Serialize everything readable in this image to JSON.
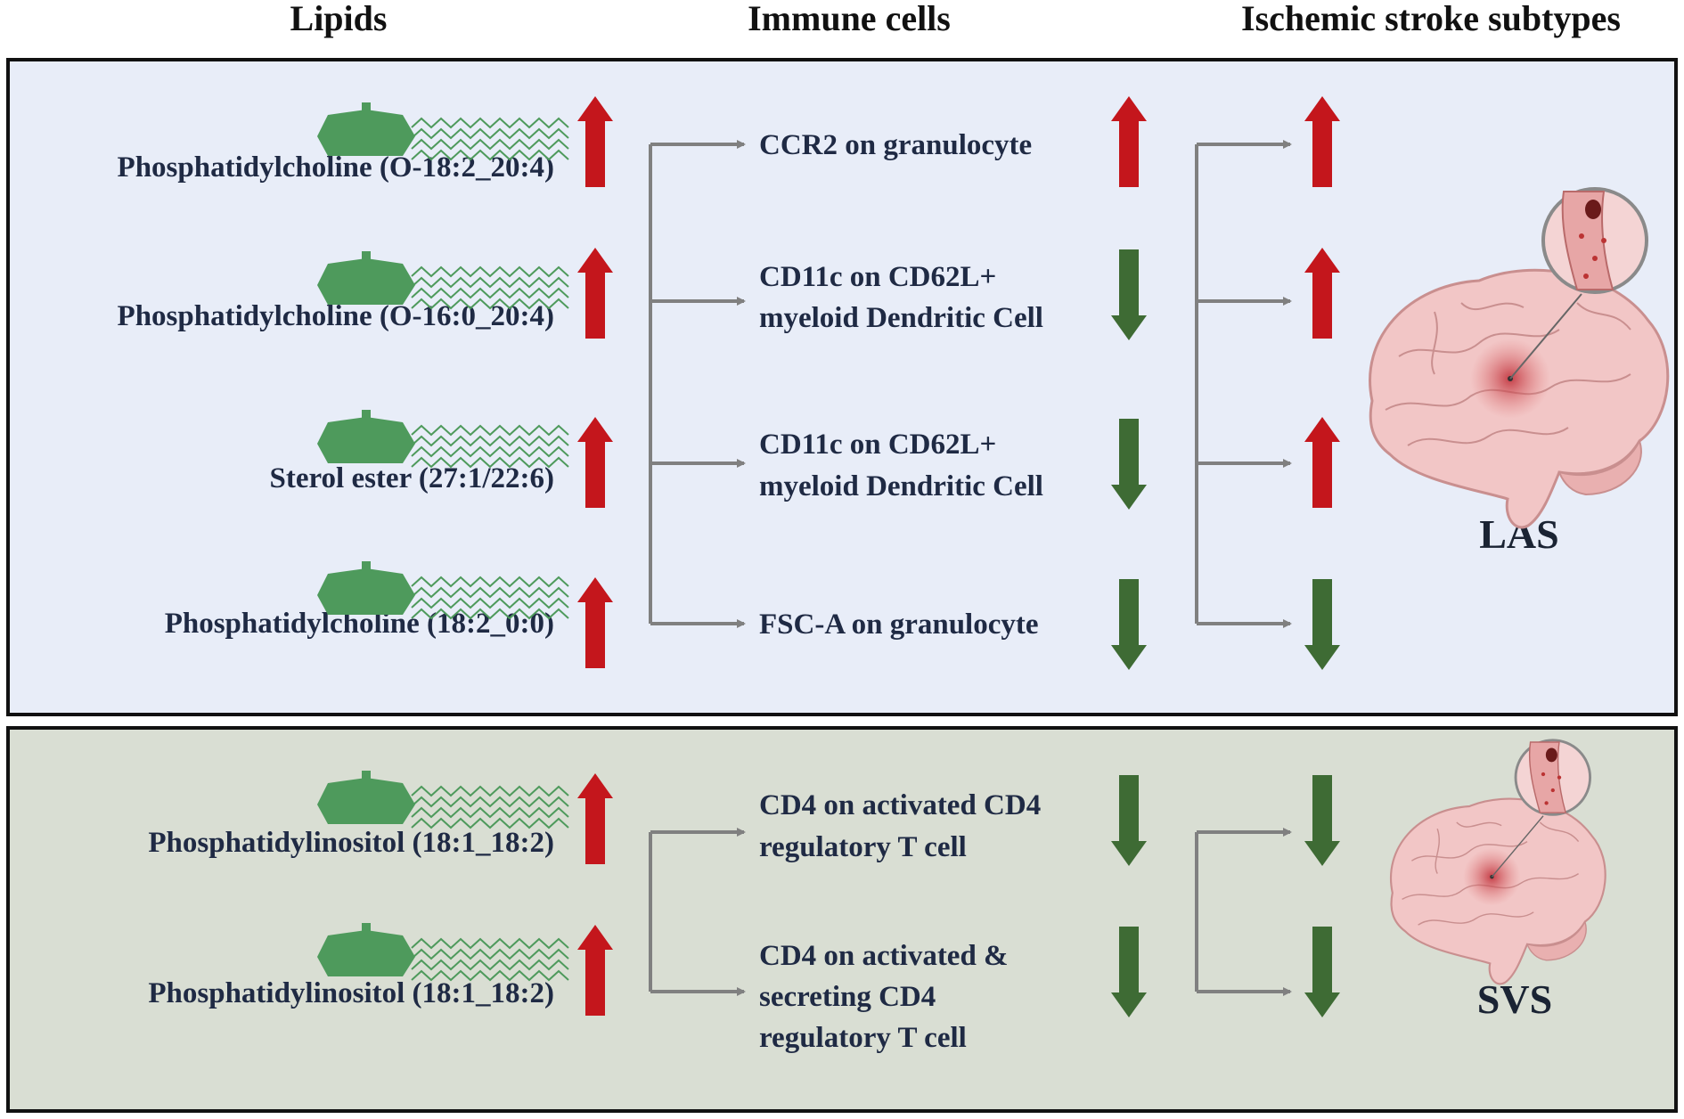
{
  "headers": {
    "lipids": "Lipids",
    "immune": "Immune cells",
    "stroke": "Ischemic stroke subtypes"
  },
  "colors": {
    "up_arrow": "#c4161c",
    "down_arrow": "#3e6b34",
    "lipid_head": "#4e9a5c",
    "connector": "#808080",
    "panel_las_bg": "#e8edf8",
    "panel_svs_bg": "#d9ded3",
    "brain": "#f2c6c6"
  },
  "icons": {
    "lipid": "lipid-molecule-icon",
    "brain": "brain-with-vessel-icon"
  },
  "panels": [
    {
      "id": "las",
      "subtype": "LAS",
      "rows": [
        {
          "lipid": "Phosphatidylcholine (O-18:2_20:4)",
          "lipid_dir": "up",
          "cell_lines": [
            "CCR2 on granulocyte"
          ],
          "cell_dir": "up",
          "stroke_dir": "up"
        },
        {
          "lipid": "Phosphatidylcholine (O-16:0_20:4)",
          "lipid_dir": "up",
          "cell_lines": [
            "CD11c on CD62L+",
            "myeloid Dendritic Cell"
          ],
          "cell_dir": "down",
          "stroke_dir": "up"
        },
        {
          "lipid": "Sterol ester (27:1/22:6)",
          "lipid_dir": "up",
          "cell_lines": [
            "CD11c on CD62L+",
            "myeloid Dendritic Cell"
          ],
          "cell_dir": "down",
          "stroke_dir": "up"
        },
        {
          "lipid": "Phosphatidylcholine (18:2_0:0)",
          "lipid_dir": "up",
          "cell_lines": [
            "FSC-A on granulocyte"
          ],
          "cell_dir": "down",
          "stroke_dir": "down"
        }
      ]
    },
    {
      "id": "svs",
      "subtype": "SVS",
      "rows": [
        {
          "lipid": "Phosphatidylinositol (18:1_18:2)",
          "lipid_dir": "up",
          "cell_lines": [
            "CD4 on activated CD4",
            "regulatory T cell"
          ],
          "cell_dir": "down",
          "stroke_dir": "down"
        },
        {
          "lipid": "Phosphatidylinositol (18:1_18:2)",
          "lipid_dir": "up",
          "cell_lines": [
            "CD4 on activated &",
            "secreting CD4",
            "regulatory T cell"
          ],
          "cell_dir": "down",
          "stroke_dir": "down"
        }
      ]
    }
  ]
}
